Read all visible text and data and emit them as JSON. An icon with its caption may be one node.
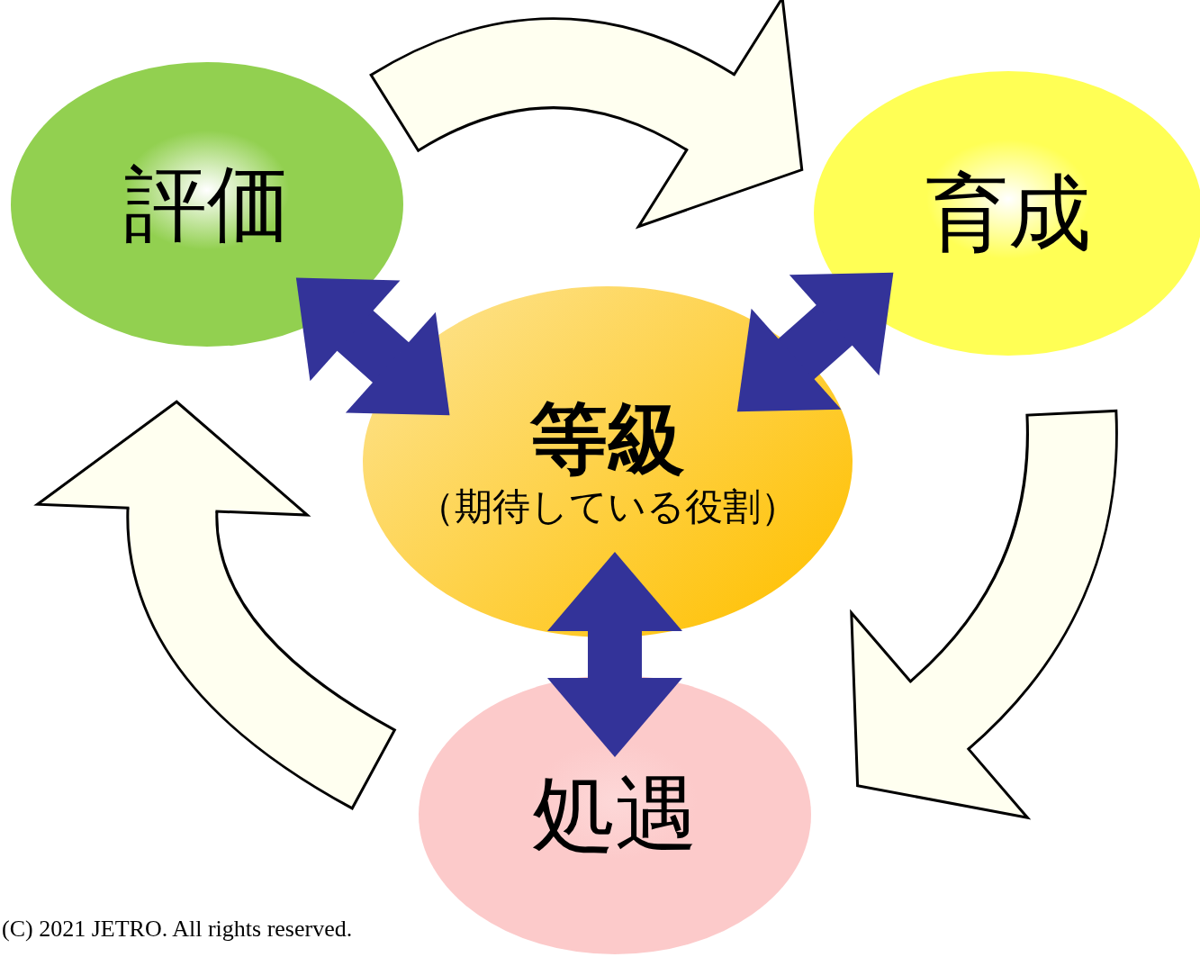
{
  "diagram": {
    "nodes": [
      {
        "text": [
          "評価"
        ]
      },
      {
        "text": [
          "育成"
        ]
      },
      {
        "text": [
          "等級",
          "（期待している役割）"
        ]
      },
      {
        "text": [
          "処遇"
        ]
      }
    ],
    "edges": [
      {
        "from": 0,
        "to": 1,
        "arrow": "to"
      },
      {
        "from": 1,
        "to": 3,
        "arrow": "to"
      },
      {
        "from": 3,
        "to": 0,
        "arrow": "to"
      },
      {
        "from": 2,
        "to": 0,
        "arrow": "both",
        "color": "#333399"
      },
      {
        "from": 2,
        "to": 1,
        "arrow": "both",
        "color": "#333399"
      },
      {
        "from": 2,
        "to": 3,
        "arrow": "both",
        "color": "#333399"
      }
    ],
    "labels": [
      "(C) 2021  JETRO. All rights reserved."
    ]
  }
}
